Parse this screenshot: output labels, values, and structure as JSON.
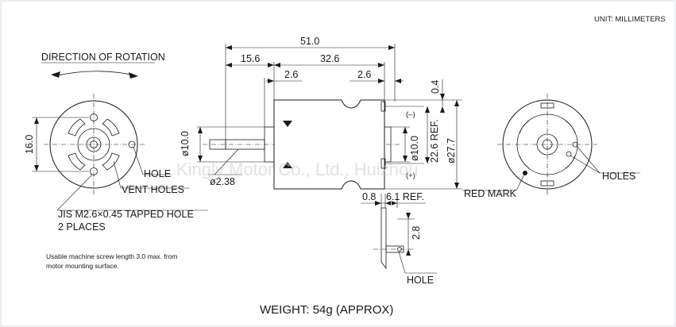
{
  "unit_note": "UNIT: MILLIMETERS",
  "rotation_label": "DIRECTION OF ROTATION",
  "dims": {
    "overall_length": "51.0",
    "shaft_length": "15.6",
    "body_length": "32.6",
    "boss_left": "2.6",
    "boss_right": "2.6",
    "flange_offset": "0.4",
    "front_spacing": "16.0",
    "shaft_dia": "ø2.38",
    "boss_dia_front": "ø10.0",
    "boss_dia_rear": "ø10.0",
    "terminal_ref": "22.6 REF.",
    "body_dia": "ø27.7",
    "terminal_thickness": "0.8",
    "terminal_ref_len": "6.1 REF.",
    "terminal_hole_pos": "2.8"
  },
  "polarity": {
    "neg": "(–)",
    "pos": "(+)"
  },
  "labels": {
    "hole": "HOLE",
    "vent_holes": "VENT HOLES",
    "tapped_hole_1": "JIS M2.6×0.45 TAPPED HOLE",
    "tapped_hole_2": "2 PLACES",
    "note_1": "Usable machine screw length 3.0 max. from",
    "note_2": "motor mounting surface.",
    "holes": "HOLES",
    "red_mark": "RED MARK",
    "terminal_hole": "HOLE"
  },
  "weight": "WEIGHT: 54g (APPROX)",
  "watermark": "Kingly Motor Co., Ltd., Huizhou"
}
